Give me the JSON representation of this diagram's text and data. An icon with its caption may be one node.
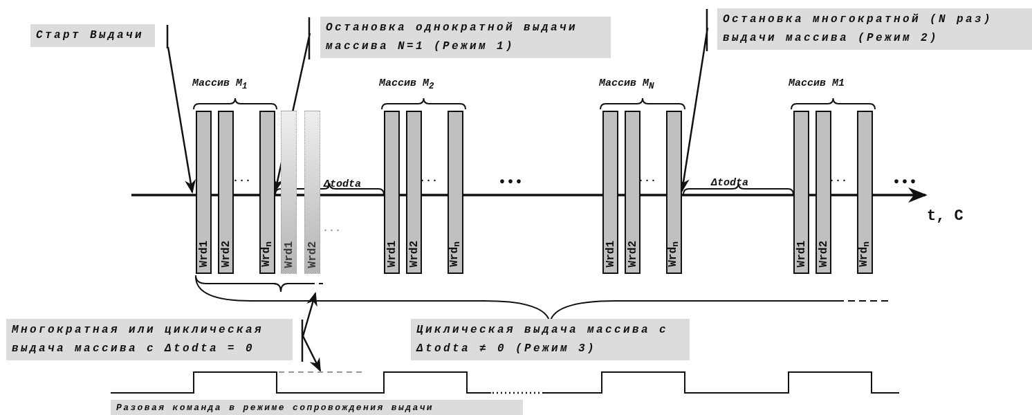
{
  "diagram": {
    "nodes": [
      {
        "text": [
          "Старт Выдачи"
        ]
      },
      {
        "text": [
          "Остановка однократной выдачи массива N=1 (Режим 1)"
        ]
      },
      {
        "text": [
          "Остановка многократной (N раз) выдачи массива (Режим 2)"
        ]
      },
      {
        "text": [
          "Многократная или циклическая выдача массива с Δtodta = 0"
        ]
      },
      {
        "text": [
          "Циклическая выдача массива с Δtodta ≠ 0 (Режим 3)"
        ]
      },
      {
        "text": [
          "Разовая команда в режиме сопровождения выдачи"
        ]
      },
      {
        "text": [
          "Wrd1"
        ]
      },
      {
        "text": [
          "Wrd2"
        ]
      },
      {
        "text": [
          "Wrd$_{n}$"
        ]
      },
      {
        "text": [
          "Wrd1"
        ]
      },
      {
        "text": [
          "Wrd2"
        ]
      },
      {
        "text": [
          "Wrd1"
        ]
      },
      {
        "text": [
          "Wrd2"
        ]
      },
      {
        "text": [
          "Wrd$_{n}$"
        ]
      },
      {
        "text": [
          "Wrd1"
        ]
      },
      {
        "text": [
          "Wrd2"
        ]
      },
      {
        "text": [
          "Wrd$_{n}$"
        ]
      },
      {
        "text": [
          "Wrd1"
        ]
      },
      {
        "text": [
          "Wrd2"
        ]
      },
      {
        "text": [
          "Wrd$_{n}$"
        ]
      },
      {
        "text": [],
        "shape": "brace"
      },
      {
        "text": [],
        "shape": "line"
      }
    ],
    "edges": [
      {
        "from": 0,
        "to": 6,
        "arrow": "to"
      },
      {
        "from": 1,
        "to": 8,
        "arrow": "to"
      },
      {
        "from": 2,
        "to": 16,
        "arrow": "to"
      },
      {
        "from": 3,
        "to": 20,
        "arrow": "to"
      },
      {
        "from": 3,
        "to": 21,
        "arrow": "to"
      }
    ],
    "labels": [
      "Массив M$_{1}$",
      "Массив M$_{2}$",
      "Массив M$_{N}$",
      "Массив M1",
      "...",
      "Δtodta",
      "...",
      "•••",
      "...",
      "Δtodta",
      "...",
      "•••",
      "t, C",
      "..."
    ]
  }
}
